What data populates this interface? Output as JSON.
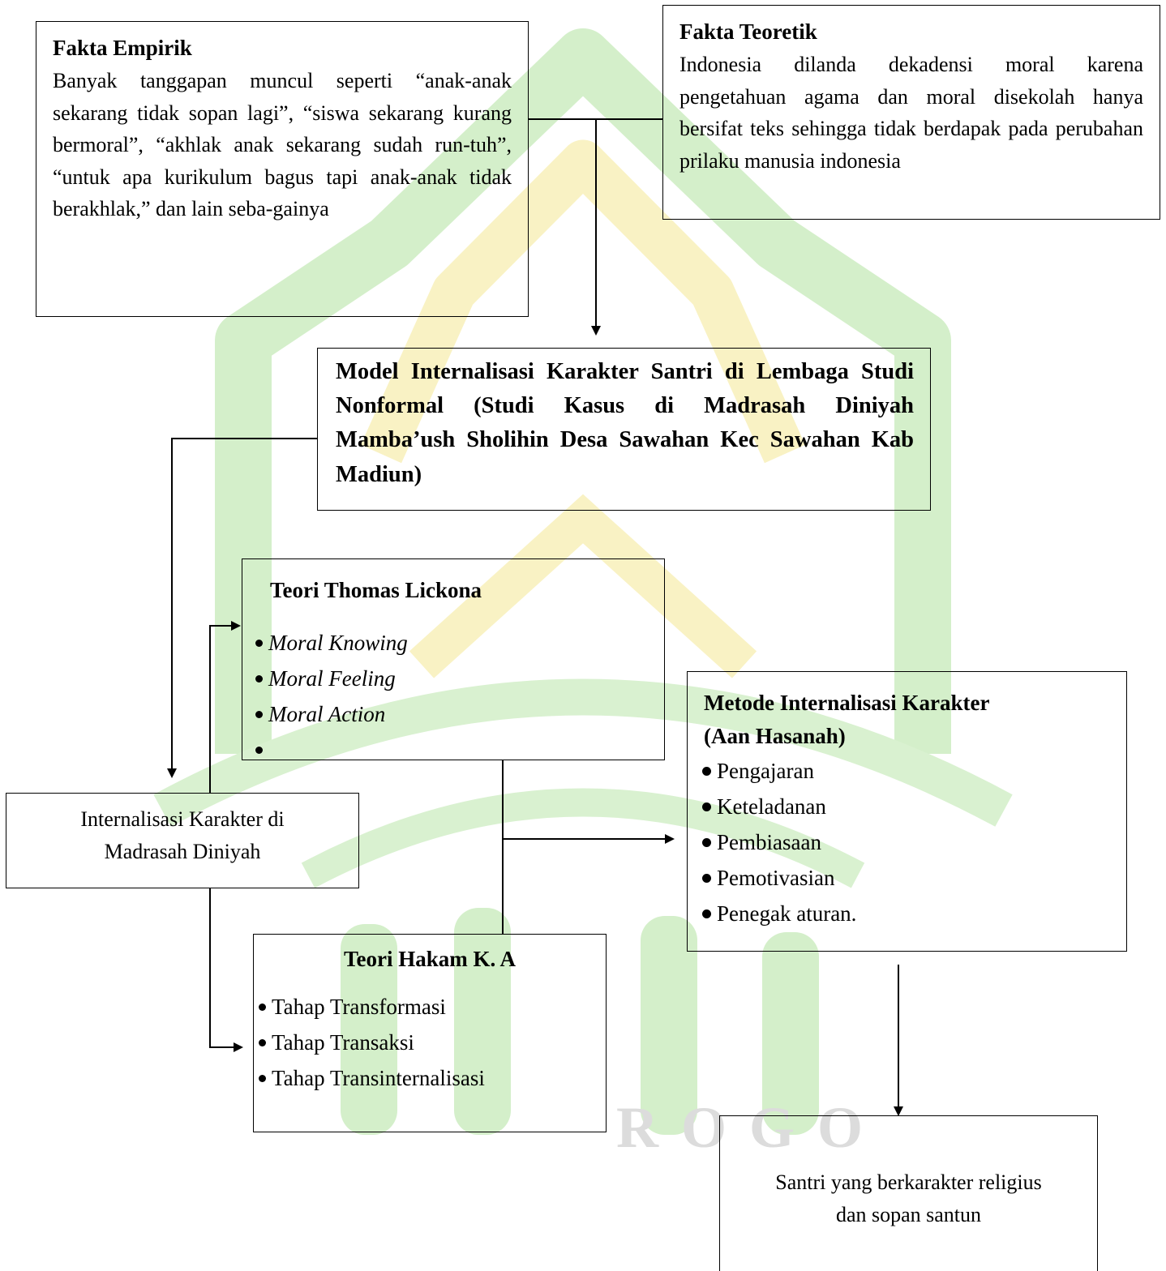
{
  "fakta_empirik": {
    "title": "Fakta Empirik",
    "text": "Banyak tanggapan muncul seperti “anak-anak sekarang tidak sopan lagi”, “siswa sekarang kurang bermoral”, “akhlak anak sekarang sudah run-tuh”, “untuk apa kurikulum bagus tapi anak-anak tidak berakhlak,” dan lain seba-gainya"
  },
  "fakta_teoretik": {
    "title": "Fakta Teoretik",
    "text": "Indonesia dilanda dekadensi moral karena pengetahuan agama dan moral disekolah hanya bersifat teks sehingga tidak berdapak pada perubahan prilaku manusia indonesia"
  },
  "model": {
    "title": "Model Internalisasi Karakter Santri di Lembaga Studi Nonformal (Studi Kasus di Madrasah Diniyah Mamba’ush Sholihin Desa Sawahan Kec Sawahan Kab Madiun)"
  },
  "lickona": {
    "title": "Teori Thomas Lickona",
    "items": [
      "Moral Knowing",
      "Moral Feeling",
      "Moral Action",
      ""
    ]
  },
  "internalisasi": {
    "line1": "Internalisasi Karakter di",
    "line2": "Madrasah Diniyah"
  },
  "hakam": {
    "title": "Teori Hakam K. A",
    "items": [
      "Tahap Transformasi",
      "Tahap Transaksi",
      "Tahap Transinternalisasi"
    ]
  },
  "metode": {
    "title_line1": "Metode Internalisasi Karakter",
    "title_line2": "(Aan Hasanah)",
    "items": [
      "Pengajaran",
      "Keteladanan",
      "Pembiasaan",
      "Pemotivasian",
      "Penegak aturan."
    ]
  },
  "santri": {
    "line1": "Santri yang berkarakter religius",
    "line2": "dan sopan santun"
  },
  "watermark": {
    "text": "ROGO",
    "green": "#c9ebbd",
    "yellow": "#f7efb5"
  }
}
